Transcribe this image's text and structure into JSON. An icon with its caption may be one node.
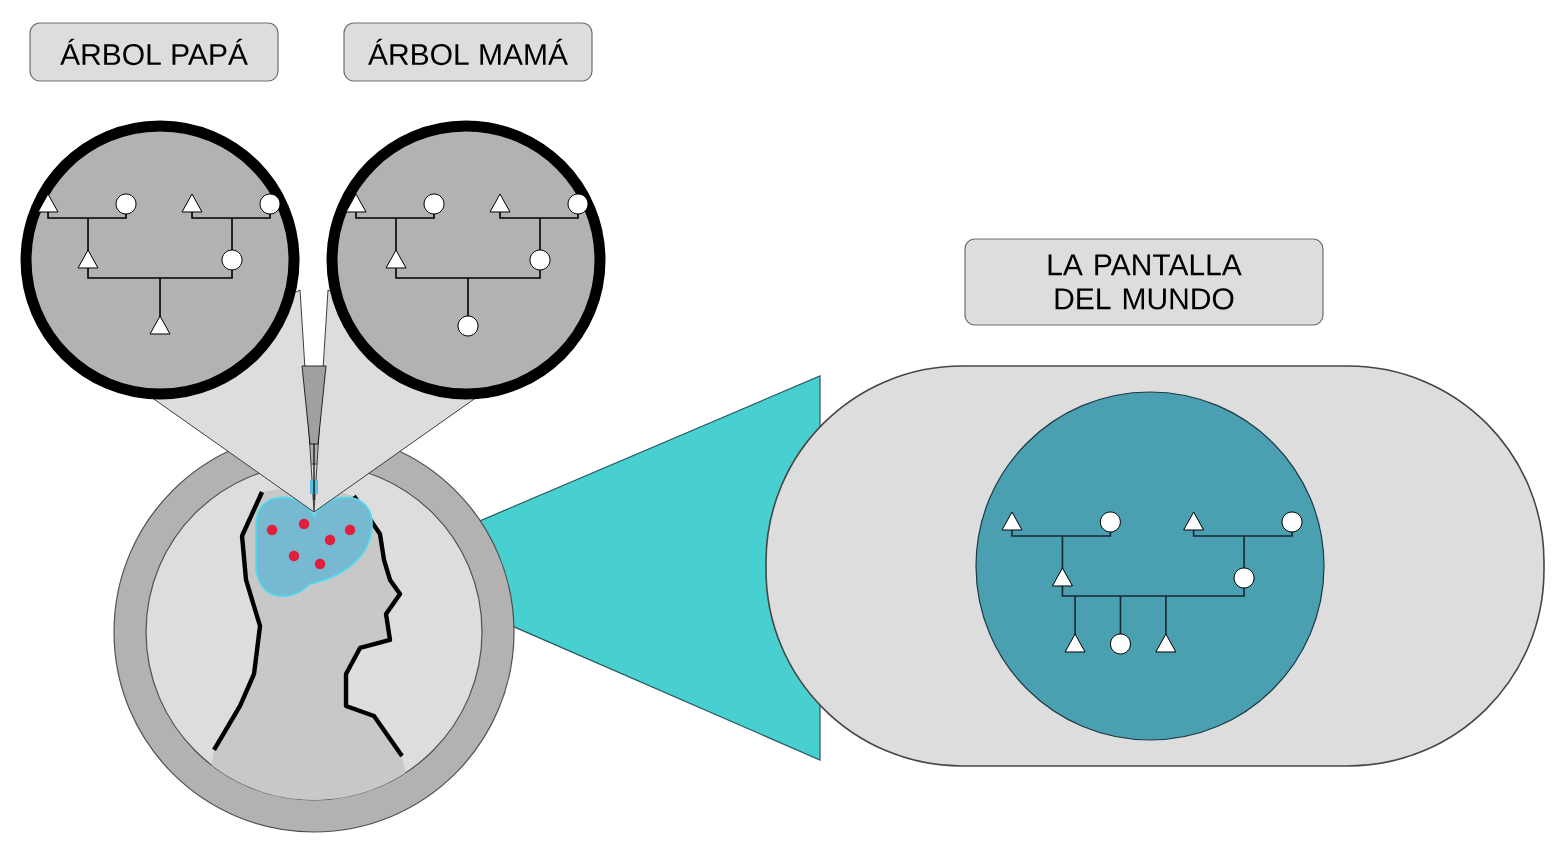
{
  "diagram": {
    "nodes": [
      {
        "text": [
          "ÁRBOL PAPÁ"
        ]
      },
      {
        "text": [
          "ÁRBOL MAMÁ"
        ]
      },
      {
        "text": [
          "LA PANTALLA DEL MUNDO"
        ]
      }
    ]
  }
}
